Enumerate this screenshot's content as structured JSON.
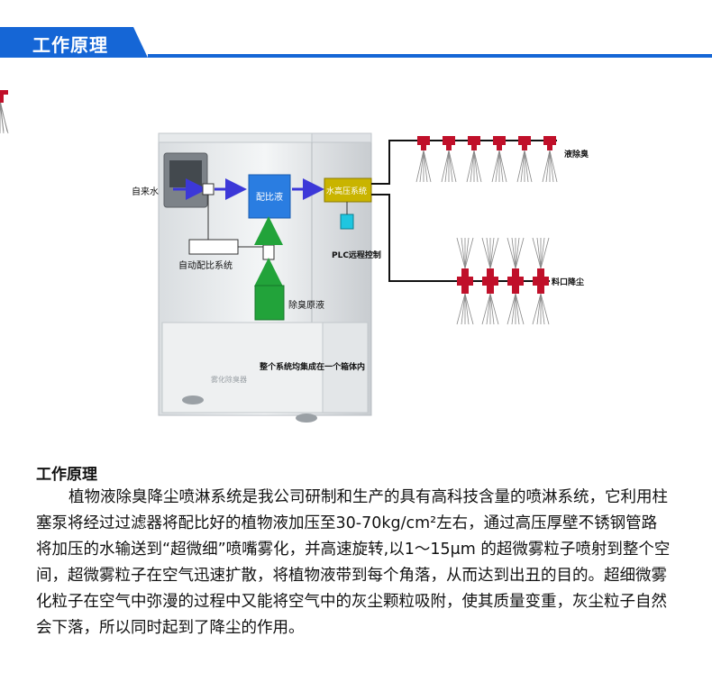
{
  "header": {
    "title": "工作原理"
  },
  "diagram": {
    "tap_water": "自来水",
    "ratio_liquid": "配比液",
    "water_pressure_system": "水高压系统",
    "auto_ratio_system": "自动配比系统",
    "deodorant_liquid": "除臭原液",
    "plc_control": "PLC远程控制",
    "liquid_deodorize": "液除臭",
    "feed_dust": "料口降尘",
    "integrated_note": "整个系统均集成在一个箱体内",
    "cabinet_label": "雾化除臭器"
  },
  "content": {
    "section_title": "工作原理",
    "paragraph": "植物液除臭降尘喷淋系统是我公司研制和生产的具有高科技含量的喷淋系统，它利用柱塞泵将经过过滤器将配比好的植物液加压至30-70kg/cm²左右，通过高压厚壁不锈钢管路将加压的水输送到“超微细”喷嘴雾化，并高速旋转,以1～15μm 的超微雾粒子喷射到整个空间，超微雾粒子在空气迅速扩散，将植物液带到每个角落，从而达到出丑的目的。超细微雾化粒子在空气中弥漫的过程中又能将空气中的灰尘颗粒吸附，使其质量变重，灰尘粒子自然会下落，所以同时起到了降尘的作用。"
  },
  "colors": {
    "accent": "#1566d6",
    "ratio_box": "#2a7de1",
    "liquid_box": "#22a33a",
    "pressure_box": "#c9b400",
    "pipe_red": "#c0102a"
  }
}
